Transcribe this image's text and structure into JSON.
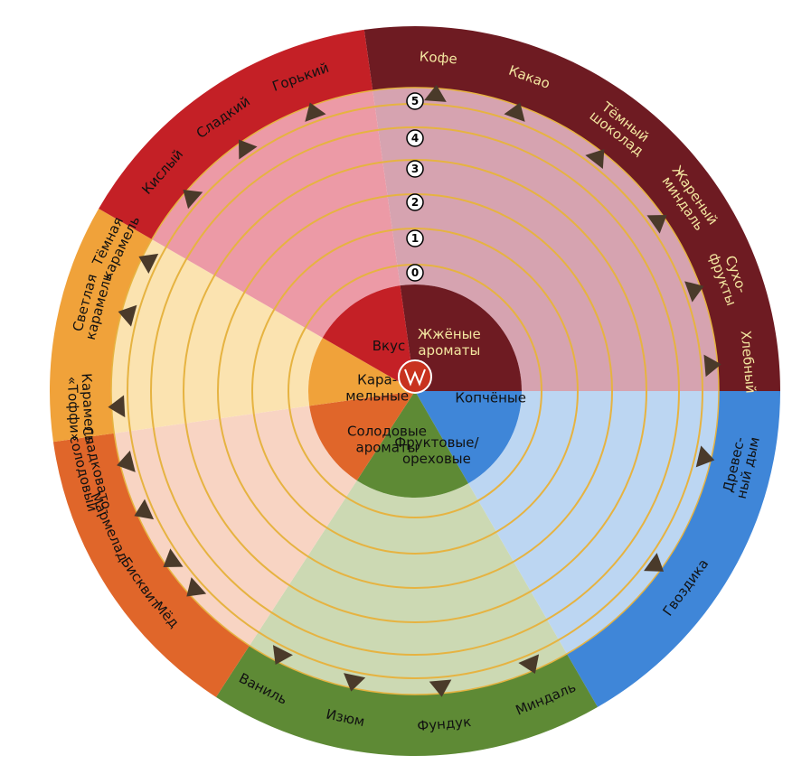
{
  "categories": [
    {
      "id": "roasted",
      "label_lines": [
        "Жжёные",
        "ароматы"
      ],
      "color": "#6e1b22",
      "fill_color": "#d6a3b0",
      "light_text": true,
      "descriptors": [
        {
          "label_lines": [
            "Кофе"
          ],
          "light_text": true
        },
        {
          "label_lines": [
            "Какао"
          ],
          "light_text": true
        },
        {
          "label_lines": [
            "Тёмный",
            "шоколад"
          ],
          "light_text": true
        },
        {
          "label_lines": [
            "Жареный",
            "миндаль"
          ],
          "light_text": true
        },
        {
          "label_lines": [
            "Сухо-",
            "фрукты"
          ],
          "light_text": true
        },
        {
          "label_lines": [
            "Хлебный"
          ],
          "light_text": true
        }
      ]
    },
    {
      "id": "smoky",
      "label_lines": [
        "Копчёные"
      ],
      "color": "#3f86d8",
      "fill_color": "#bcd6f2",
      "light_text": false,
      "descriptors": [
        {
          "label_lines": [
            "Древес-",
            "ный дым"
          ],
          "light_text": false
        },
        {
          "label_lines": [
            "Гвоздика"
          ],
          "light_text": false
        }
      ]
    },
    {
      "id": "fruity",
      "label_lines": [
        "Фруктовые/",
        "ореховые"
      ],
      "color": "#5e8a35",
      "fill_color": "#ccd9b3",
      "light_text": false,
      "descriptors": [
        {
          "label_lines": [
            "Миндаль"
          ],
          "light_text": false
        },
        {
          "label_lines": [
            "Фундук"
          ],
          "light_text": false
        },
        {
          "label_lines": [
            "Изюм"
          ],
          "light_text": false
        },
        {
          "label_lines": [
            "Ваниль"
          ],
          "light_text": false
        }
      ]
    },
    {
      "id": "malty",
      "label_lines": [
        "Солодовые",
        "ароматы"
      ],
      "color": "#e0662a",
      "fill_color": "#f8d4c3",
      "light_text": false,
      "descriptors": [
        {
          "label_lines": [
            "Мёд"
          ],
          "light_text": false
        },
        {
          "label_lines": [
            "Бисквит"
          ],
          "light_text": false
        },
        {
          "label_lines": [
            "Мармелад"
          ],
          "light_text": false
        },
        {
          "label_lines": [
            "Сладковато-",
            "солодовый"
          ],
          "light_text": false
        }
      ]
    },
    {
      "id": "caramel",
      "label_lines": [
        "Кара-",
        "мельные"
      ],
      "color": "#f0a23a",
      "fill_color": "#fbe3b0",
      "light_text": false,
      "descriptors": [
        {
          "label_lines": [
            "Карамель",
            "«Тоффи»"
          ],
          "light_text": false
        },
        {
          "label_lines": [
            "Светлая",
            "карамель"
          ],
          "light_text": false
        },
        {
          "label_lines": [
            "Тёмная",
            "карамель"
          ],
          "light_text": false
        }
      ]
    },
    {
      "id": "taste",
      "label_lines": [
        "Вкус"
      ],
      "color": "#c42026",
      "fill_color": "#ec9aa6",
      "light_text": false,
      "descriptors": [
        {
          "label_lines": [
            "Кислый"
          ],
          "light_text": false
        },
        {
          "label_lines": [
            "Сладкий"
          ],
          "light_text": false
        },
        {
          "label_lines": [
            "Горький"
          ],
          "light_text": false
        }
      ]
    }
  ],
  "scale_numbers": [
    "0",
    "1",
    "2",
    "3",
    "4",
    "5"
  ],
  "colors": {
    "ring_line": "#e6b341",
    "tick": "#4a3a2a",
    "center_logo": "#c8321e"
  }
}
